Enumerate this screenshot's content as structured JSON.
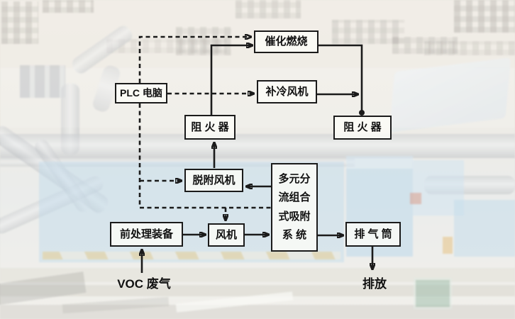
{
  "diagram": {
    "title_hint": "VOC catalytic combustion process flow",
    "nodes": {
      "catalytic": {
        "label": "催化燃烧"
      },
      "plc": {
        "label": "PLC 电脑"
      },
      "cooling_fan": {
        "label": "补冷风机"
      },
      "arrester_left": {
        "label": "阻 火 器"
      },
      "arrester_right": {
        "label": "阻 火 器"
      },
      "desorption_fan": {
        "label": "脱附风机"
      },
      "adsorption": {
        "lines": [
          "多元分",
          "流组合",
          "式吸附",
          "系 统"
        ]
      },
      "pretreatment": {
        "label": "前处理装备"
      },
      "fan": {
        "label": "风机"
      },
      "stack": {
        "label": "排 气 筒"
      }
    },
    "labels": {
      "inlet": "VOC 废气",
      "outlet": "排放"
    },
    "colors": {
      "line": "#1b1b1b",
      "box_border": "#1b1b1b",
      "box_fill": "rgba(253,252,248,0.8)",
      "text": "#111111"
    }
  }
}
